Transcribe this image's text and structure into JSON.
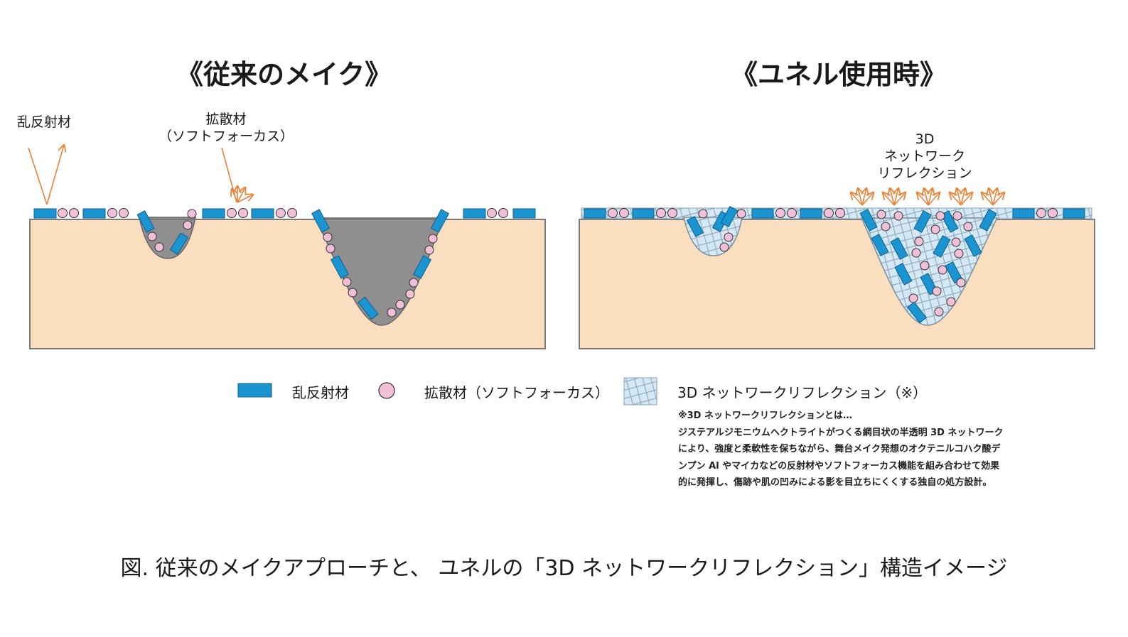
{
  "titles": {
    "left": "《従来のメイク》",
    "right": "《ユネル使用時》"
  },
  "labels": {
    "reflector": "乱反射材",
    "diffuser_line1": "拡散材",
    "diffuser_line2": "（ソフトフォーカス）",
    "network_line1": "3D",
    "network_line2": "ネットワーク",
    "network_line3": "リフレクション"
  },
  "legend": {
    "reflector": "乱反射材",
    "diffuser": "拡散材（ソフトフォーカス）",
    "network": "3D ネットワークリフレクション（※）"
  },
  "note": {
    "title": "※3D ネットワークリフレクションとは…",
    "lines": [
      "ジステアルジモニウムヘクトライトがつくる網目状の半透明 3D ネットワーク",
      "により、強度と柔軟性を保ちながら、舞台メイク発想のオクテニルコハク酸デ",
      "ンプン Al やマイカなどの反射材やソフトフォーカス機能を組み合わせて効果",
      "的に発揮し、傷跡や肌の凹みによる影を目立ちにくくする独自の処方設計。"
    ]
  },
  "caption": "図. 従来のメイクアプローチと、 ユネルの「3D ネットワークリフレクション」構造イメージ",
  "colors": {
    "skin": "#f9dfbf",
    "foundation_gray": "#8f8f8f",
    "reflector_blue": "#1a95d2",
    "diffuser_pink": "#f1bfd8",
    "network_fill": "#d4e9f5",
    "arrow_orange": "#e8843a"
  }
}
